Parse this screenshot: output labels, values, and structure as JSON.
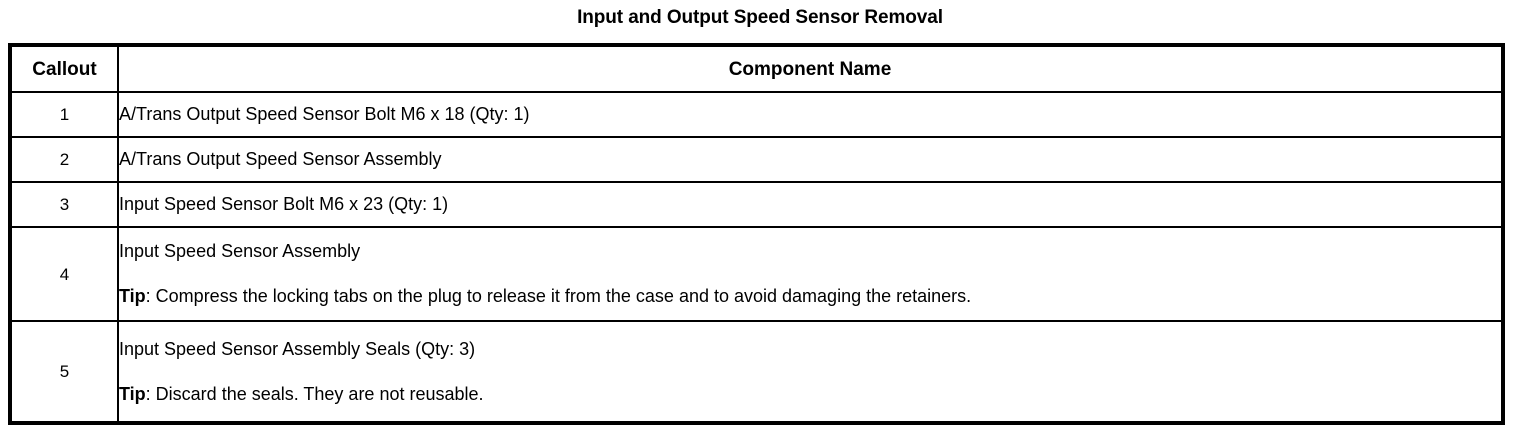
{
  "document": {
    "title": "Input and Output Speed Sensor Removal"
  },
  "table": {
    "headers": {
      "callout": "Callout",
      "component_name": "Component Name"
    },
    "rows": [
      {
        "callout": "1",
        "name": "A/Trans Output Speed Sensor Bolt M6 x 18 (Qty: 1)",
        "tip_label": "",
        "tip_text": ""
      },
      {
        "callout": "2",
        "name": "A/Trans Output Speed Sensor Assembly",
        "tip_label": "",
        "tip_text": ""
      },
      {
        "callout": "3",
        "name": "Input Speed Sensor Bolt M6 x 23 (Qty: 1)",
        "tip_label": "",
        "tip_text": ""
      },
      {
        "callout": "4",
        "name": "Input Speed Sensor Assembly",
        "tip_label": "Tip",
        "tip_text": ": Compress the locking tabs on the plug to release it from the case and to avoid damaging the retainers."
      },
      {
        "callout": "5",
        "name": "Input Speed Sensor Assembly Seals (Qty: 3)",
        "tip_label": "Tip",
        "tip_text": ": Discard the seals. They are not reusable."
      }
    ]
  },
  "colors": {
    "border": "#000000",
    "text": "#000000",
    "background": "#ffffff"
  }
}
